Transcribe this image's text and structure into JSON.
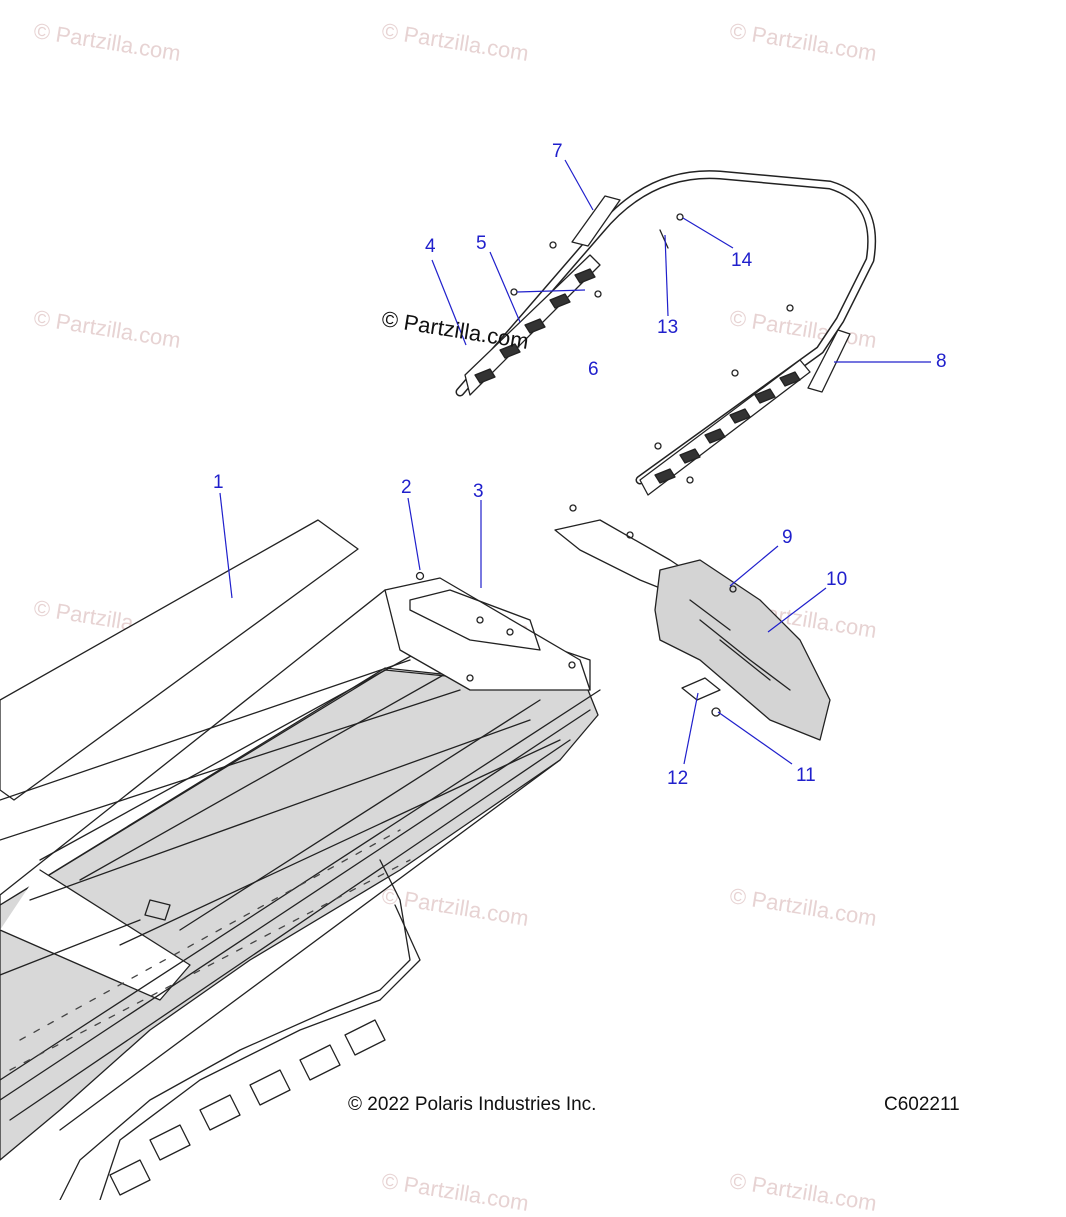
{
  "watermark_text": "© Partzilla.com",
  "overlay_watermark_text": "© Partzilla.com",
  "callouts": [
    "1",
    "2",
    "3",
    "4",
    "5",
    "6",
    "7",
    "8",
    "9",
    "10",
    "11",
    "12",
    "13",
    "14"
  ],
  "footer": {
    "copyright": "© 2022 Polaris Industries Inc.",
    "figure_code": "C602211"
  },
  "colors": {
    "callout": "#2020cc",
    "leader": "#2020cc",
    "outline": "#222222",
    "panel_fill": "#d4d4d4",
    "watermark": "#e7d3d3"
  }
}
